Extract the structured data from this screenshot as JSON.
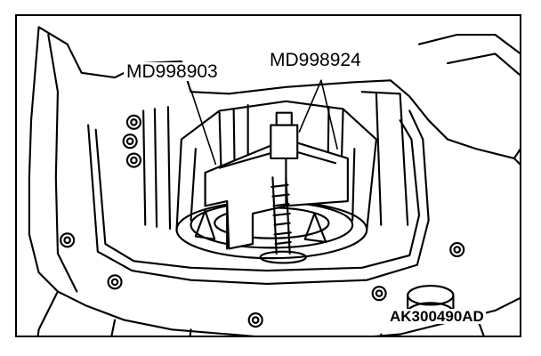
{
  "figure": {
    "callouts": [
      {
        "id": "md998903",
        "text": "MD998903"
      },
      {
        "id": "md998924",
        "text": "MD998924"
      }
    ],
    "figure_id": "AK300490AD"
  }
}
